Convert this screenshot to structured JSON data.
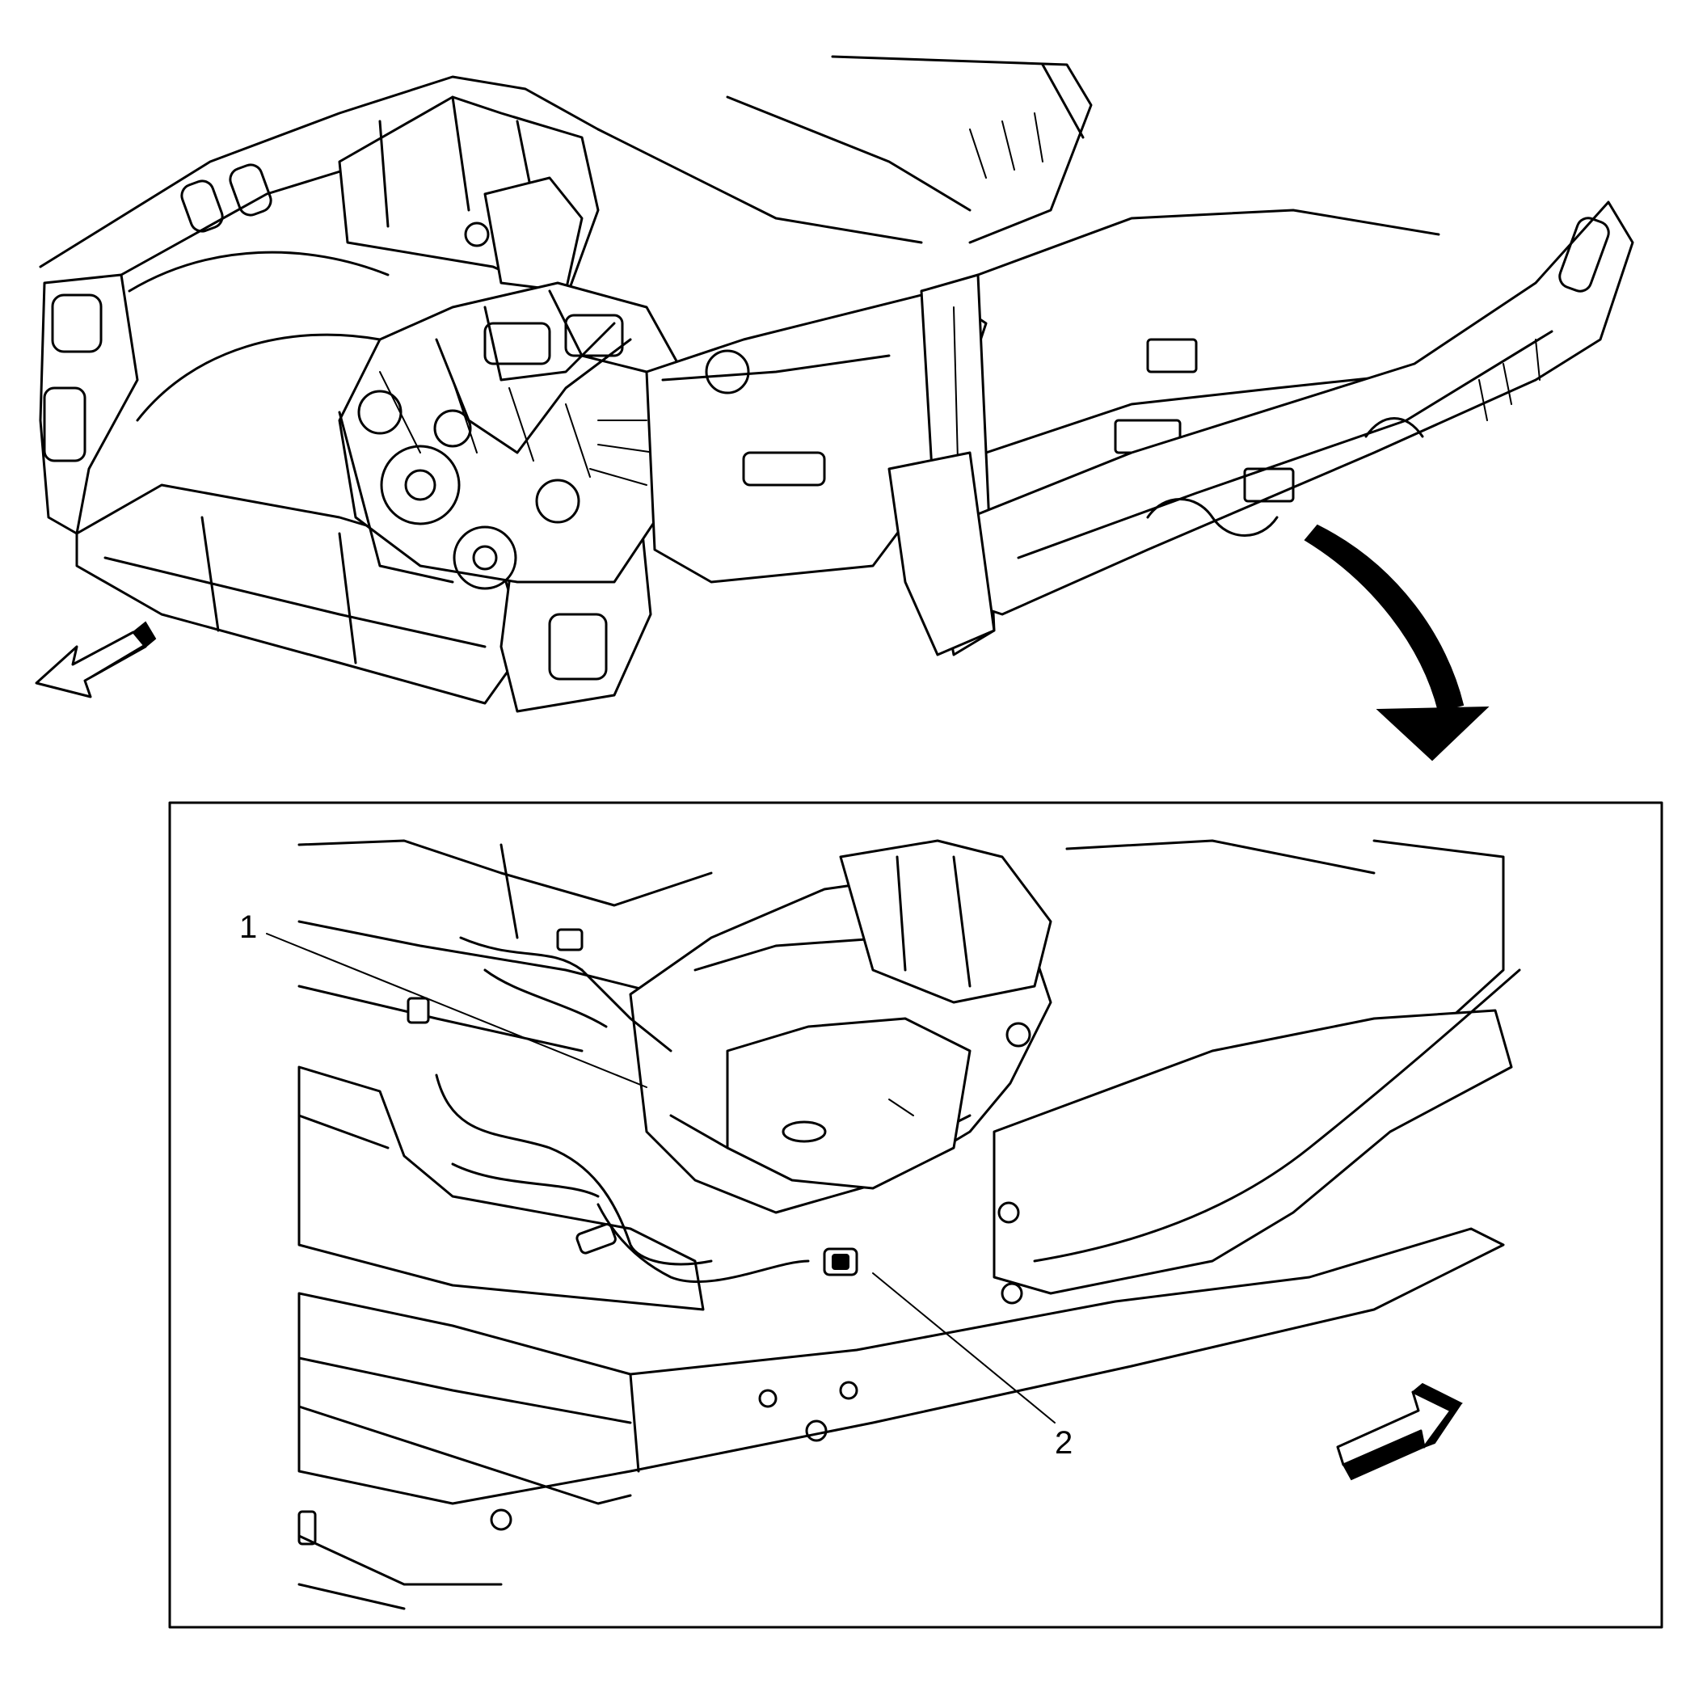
{
  "figure": {
    "callouts": [
      {
        "number": "1",
        "target": "transmission-harness"
      },
      {
        "number": "2",
        "target": "harness-connector"
      }
    ],
    "icons": [
      "front-direction-arrow-icon",
      "view-rotation-arrow-icon",
      "front-direction-arrow-icon"
    ],
    "colors": {
      "line": "#000000",
      "background": "#ffffff"
    }
  }
}
